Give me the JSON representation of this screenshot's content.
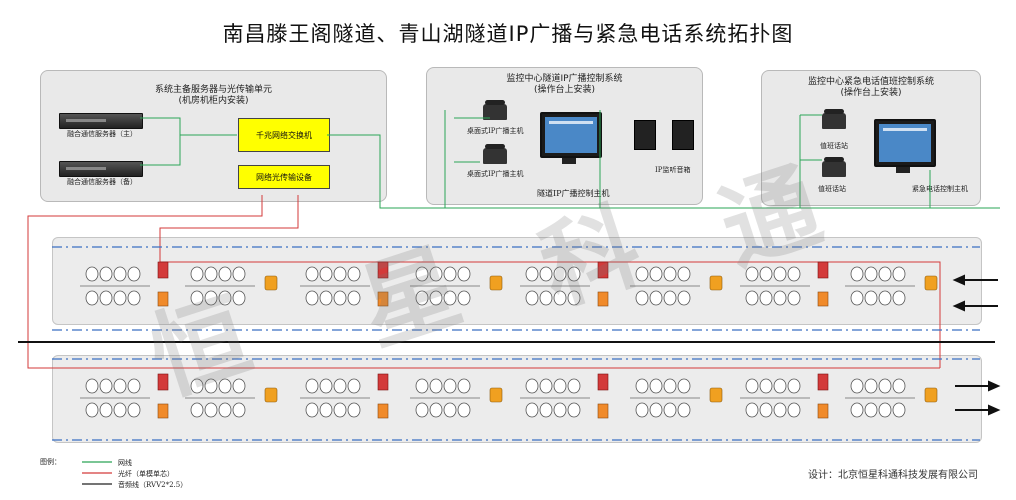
{
  "title": "南昌滕王阁隧道、青山湖隧道IP广播与紧急电话系统拓扑图",
  "panel_left": {
    "title_line1": "系统主备服务器与光传输单元",
    "title_line2": "(机房机柜内安装)",
    "server_main": "融合通信服务器（主）",
    "server_backup": "融合通信服务器（备）",
    "switch": "千兆网络交换机",
    "fiber_unit": "网络光传输设备"
  },
  "panel_mid": {
    "title_line1": "监控中心隧道IP广播控制系统",
    "title_line2": "(操作台上安装)",
    "phone1": "桌面式IP广播主机",
    "phone2": "桌面式IP广播主机",
    "monitor_speaker": "IP监听音箱",
    "host": "隧道IP广播控制主机"
  },
  "panel_right": {
    "title_line1": "监控中心紧急电话值班控制系统",
    "title_line2": "(操作台上安装)",
    "duty1": "值班话站",
    "duty2": "值班话站",
    "host": "紧急电话控制主机"
  },
  "legend": {
    "title": "图例：",
    "items": [
      {
        "label": "网线",
        "color": "#2aa556"
      },
      {
        "label": "光纤（单模单芯）",
        "color": "#d33a3a"
      },
      {
        "label": "音频线（RVV2*2.5）",
        "color": "#222222"
      }
    ]
  },
  "credit": "设计：北京恒星科通科技发展有限公司",
  "watermark_chars": [
    "恒",
    "星",
    "科",
    "通"
  ],
  "colors": {
    "network": "#2aa556",
    "fiber": "#d33a3a",
    "audio": "#222222",
    "lane_line": "#3b6fc2"
  }
}
